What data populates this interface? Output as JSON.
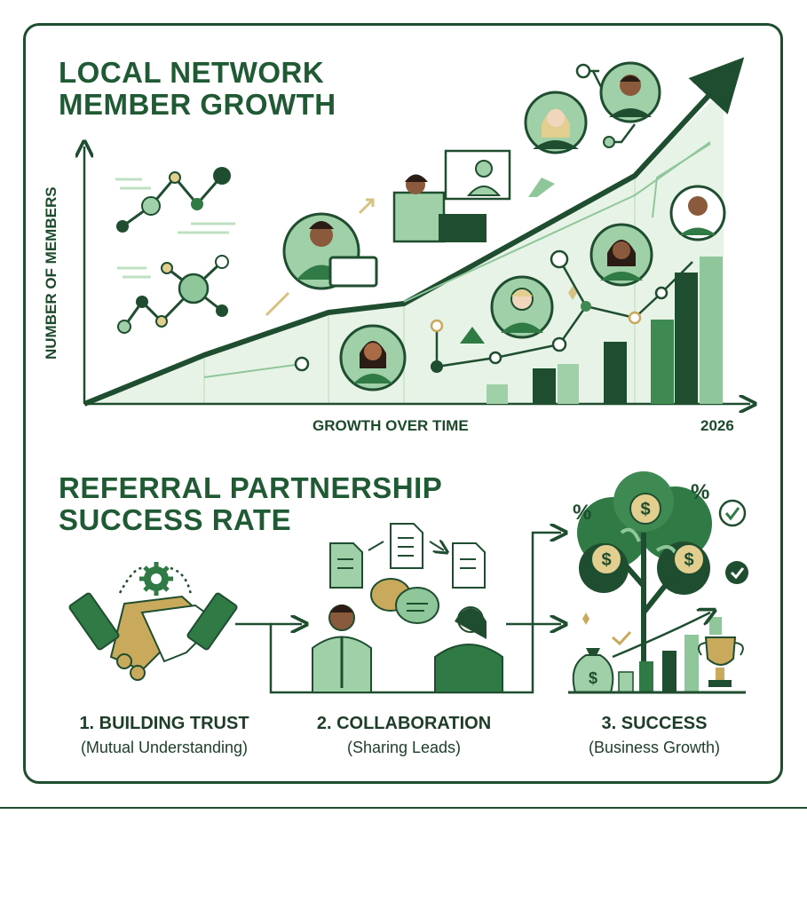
{
  "growth_section": {
    "title_line1": "LOCAL NETWORK",
    "title_line2": "MEMBER GROWTH",
    "y_axis_label": "NUMBER OF MEMBERS",
    "x_axis_label": "GROWTH OVER TIME",
    "year_label": "2026"
  },
  "referral_section": {
    "title_line1": "REFERRAL PARTNERSHIP",
    "title_line2": "SUCCESS RATE",
    "steps": [
      {
        "title": "1. BUILDING TRUST",
        "subtitle": "(Mutual Understanding)"
      },
      {
        "title": "2. COLLABORATION",
        "subtitle": "(Sharing Leads)"
      },
      {
        "title": "3. SUCCESS",
        "subtitle": "(Business Growth)"
      }
    ],
    "percent_symbol": "%",
    "dollar_symbol": "$"
  },
  "colors": {
    "dark_green": "#1f4d2f",
    "mid_green": "#2f7a45",
    "light_green": "#8fc79a",
    "pale_green": "#e6f2e6",
    "gold": "#c9a95b"
  }
}
